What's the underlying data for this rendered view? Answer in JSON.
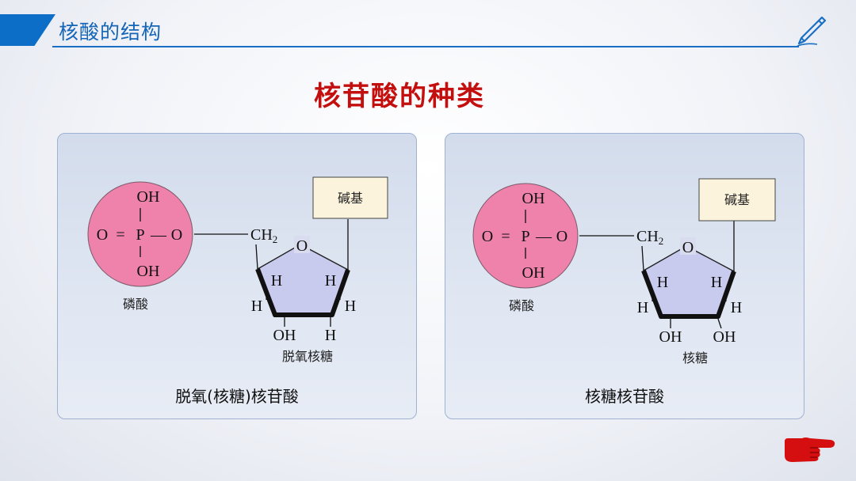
{
  "header": {
    "title": "核酸的结构"
  },
  "main_title": "核苷酸的种类",
  "left_panel": {
    "phosphate": {
      "top": "OH",
      "left": "O",
      "equals": "=",
      "center": "P",
      "dash": "—",
      "right": "O",
      "bottom": "OH",
      "label": "磷酸"
    },
    "sugar": {
      "ch2": "CH",
      "ch2_sub": "2",
      "ring_o": "O",
      "h_upper_left": "H",
      "h_upper_right": "H",
      "h_left": "H",
      "h_right": "H",
      "bottom_left": "OH",
      "bottom_right": "H",
      "label": "脱氧核糖"
    },
    "base_label": "碱基",
    "caption": "脱氧(核糖)核苷酸"
  },
  "right_panel": {
    "phosphate": {
      "top": "OH",
      "left": "O",
      "equals": "=",
      "center": "P",
      "dash": "—",
      "right": "O",
      "bottom": "OH",
      "label": "磷酸"
    },
    "sugar": {
      "ch2": "CH",
      "ch2_sub": "2",
      "ring_o": "O",
      "h_upper_left": "H",
      "h_upper_right": "H",
      "h_left": "H",
      "h_right": "H",
      "bottom_left": "OH",
      "bottom_right": "OH",
      "label": "核糖"
    },
    "base_label": "碱基",
    "caption": "核糖核苷酸"
  },
  "icons": {
    "pen": "pen-icon",
    "hand": "pointing-hand-icon"
  },
  "colors": {
    "accent_blue": "#0d6ec7",
    "title_red": "#c40f0f",
    "phosphate_fill": "#ee82aa",
    "sugar_fill": "#c9cbee",
    "base_fill": "#fbf3dc",
    "hand_red": "#d50f0f"
  }
}
